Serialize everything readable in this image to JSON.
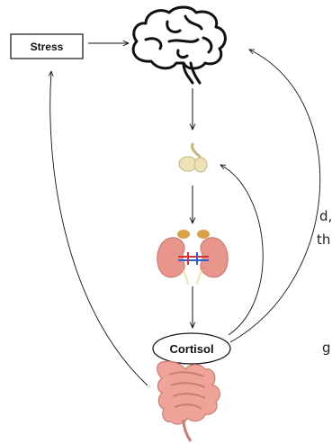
{
  "nodes": {
    "stress": {
      "label": "Stress"
    },
    "cortisol": {
      "label": "Cortisol"
    }
  },
  "side_text": {
    "line1": "d,",
    "line2": "th",
    "line3": "g"
  },
  "colors": {
    "stroke": "#111111",
    "kidney": "#e8958c",
    "kidney_outline": "#c9736c",
    "adrenal": "#d9a24a",
    "vessel_red": "#d7332f",
    "vessel_blue": "#2f5fd7",
    "gland": "#eee2b7",
    "gland_outline": "#c7b47c",
    "gut": "#f0a399",
    "gut_outline": "#c97d73"
  },
  "icons": [
    "brain-icon",
    "pituitary-gland-icon",
    "kidneys-icon",
    "intestines-icon"
  ]
}
